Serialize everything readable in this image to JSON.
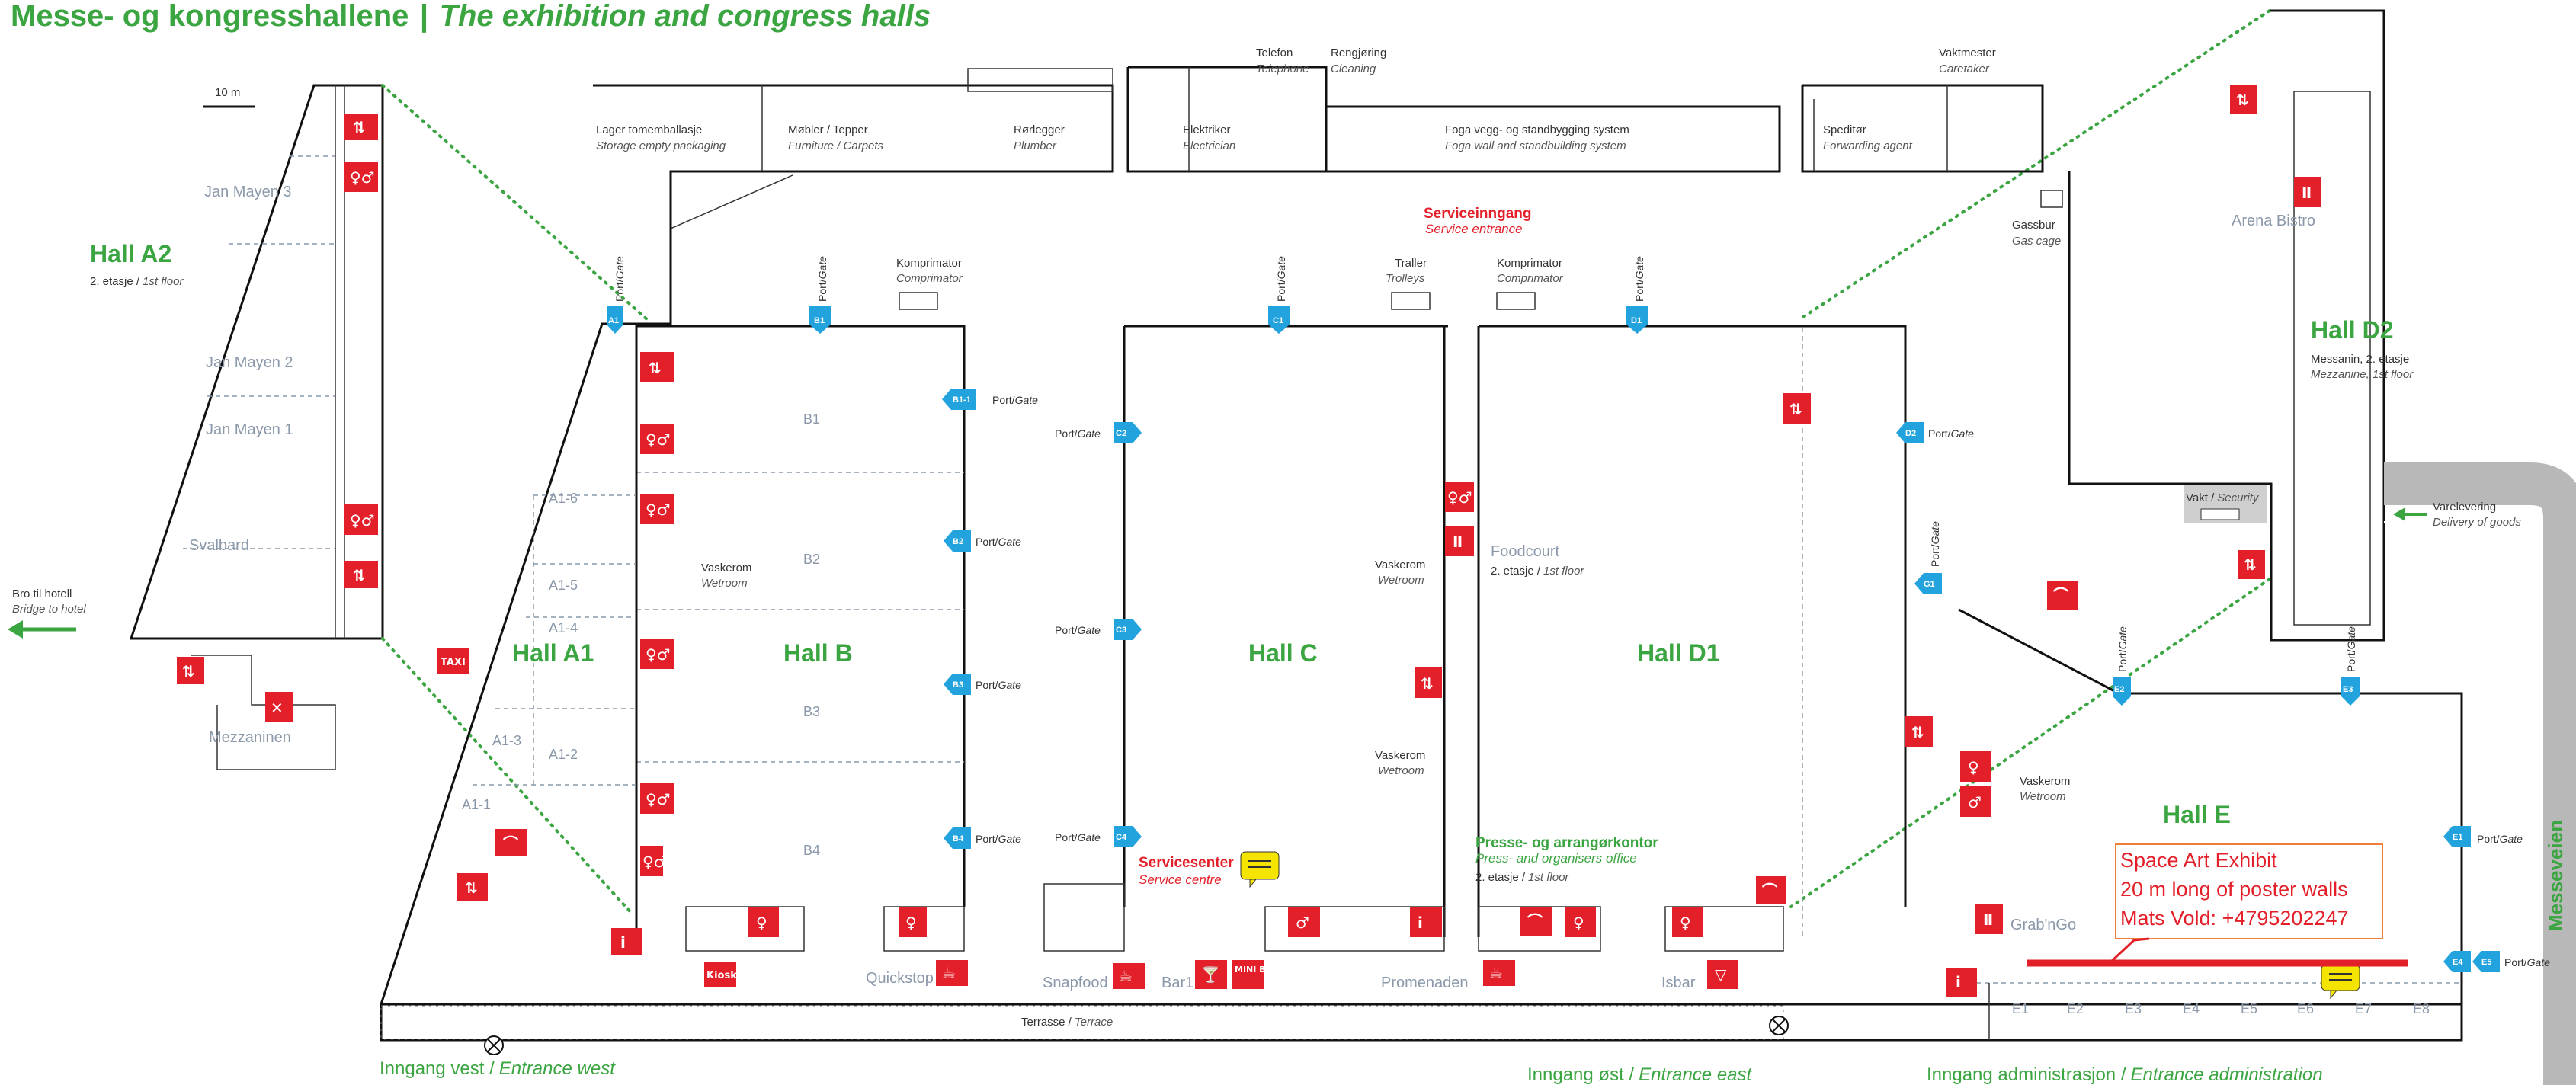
{
  "title": {
    "norwegian": "Messe- og kongresshallene",
    "separator": "|",
    "english": "The exhibition and congress halls"
  },
  "scale_label": "10 m",
  "halls": {
    "a2": {
      "name": "Hall A2",
      "floor_no": "2. etasje /",
      "floor_en": "1st floor"
    },
    "a1": {
      "name": "Hall A1"
    },
    "b": {
      "name": "Hall B"
    },
    "c": {
      "name": "Hall C"
    },
    "d1": {
      "name": "Hall D1"
    },
    "d2": {
      "name": "Hall D2",
      "floor_no": "Messanin, 2. etasje",
      "floor_en": "Mezzanine, 1st floor"
    },
    "e": {
      "name": "Hall E"
    }
  },
  "a2_rooms": [
    "Jan Mayen 3",
    "Jan Mayen 2",
    "Jan Mayen 1",
    "Svalbard",
    "Mezzaninen"
  ],
  "a1_rooms": [
    "A1-6",
    "A1-5",
    "A1-4",
    "A1-3",
    "A1-2",
    "A1-1"
  ],
  "b_rooms": [
    "B1",
    "B2",
    "B3",
    "B4"
  ],
  "e_rooms": [
    "E1",
    "E2",
    "E3",
    "E4",
    "E5",
    "E6",
    "E7",
    "E8"
  ],
  "top_rooms": [
    {
      "no": "Lager tomemballasje",
      "en": "Storage empty packaging"
    },
    {
      "no": "Møbler / Tepper",
      "en": "Furniture / Carpets"
    },
    {
      "no": "Rørlegger",
      "en": "Plumber"
    },
    {
      "no": "Elektriker",
      "en": "Electrician"
    },
    {
      "no": "Telefon",
      "en": "Telephone"
    },
    {
      "no": "Rengjøring",
      "en": "Cleaning"
    },
    {
      "no": "Foga vegg- og standbygging system",
      "en": "Foga wall and standbuilding system"
    },
    {
      "no": "Vaktmester",
      "en": "Caretaker"
    },
    {
      "no": "Speditør",
      "en": "Forwarding agent"
    },
    {
      "no": "Gassbur",
      "en": "Gas cage"
    }
  ],
  "misc": {
    "kompr_no": "Komprimator",
    "kompr_en": "Comprimator",
    "traller_no": "Traller",
    "traller_en": "Trolleys",
    "vaske_no": "Vaskerom",
    "vaske_en": "Wetroom",
    "vakt_no": "Vakt /",
    "vakt_en": "Security",
    "vare_no": "Varelevering",
    "vare_en": "Delivery of goods",
    "bro_no": "Bro til hotell",
    "bro_en": "Bridge to hotel",
    "arena": "Arena Bistro",
    "foodcourt": "Foodcourt",
    "foodcourt_floor_no": "2. etasje /",
    "foodcourt_floor_en": "1st floor",
    "presse_no": "Presse- og arrangørkontor",
    "presse_en": "Press- and organisers office",
    "presse_floor_no": "2. etasje /",
    "presse_floor_en": "1st floor",
    "service_no": "Serviceinngang",
    "service_en": "Service entrance",
    "servicesenter_no": "Servicesenter",
    "servicesenter_en": "Service centre",
    "messeveien": "Messeveien",
    "terrasse_no": "Terrasse /",
    "terrasse_en": "Terrace",
    "taxi": "TAXI",
    "kiosk": "Kiosk",
    "minibank": "MINI BANK",
    "port": "Port/",
    "gate": "Gate"
  },
  "shops": [
    "Quickstop",
    "Snapfood",
    "Bar1",
    "Promenaden",
    "Isbar",
    "Grab'nGo"
  ],
  "gates": [
    "A1",
    "B1",
    "B1-1",
    "B2",
    "B3",
    "B4",
    "C1",
    "C2",
    "C3",
    "C4",
    "D1",
    "D2",
    "G1",
    "E1",
    "E2",
    "E3",
    "E4",
    "E5"
  ],
  "entrances": {
    "west_no": "Inngang vest /",
    "west_en": "Entrance west",
    "east_no": "Inngang øst /",
    "east_en": "Entrance east",
    "admin_no": "Inngang administrasjon /",
    "admin_en": "Entrance administration"
  },
  "callout": {
    "line1": "Space Art Exhibit",
    "line2": "20 m long of poster walls",
    "line3": "Mats Vold: +4795202247"
  },
  "colors": {
    "accent_green": "#3aa541",
    "sign_red": "#e3202a",
    "gate_blue": "#23a3dd",
    "room_grey": "#8a98aa",
    "callout_orange": "#f07f3c",
    "note_yellow": "#f5e400"
  }
}
